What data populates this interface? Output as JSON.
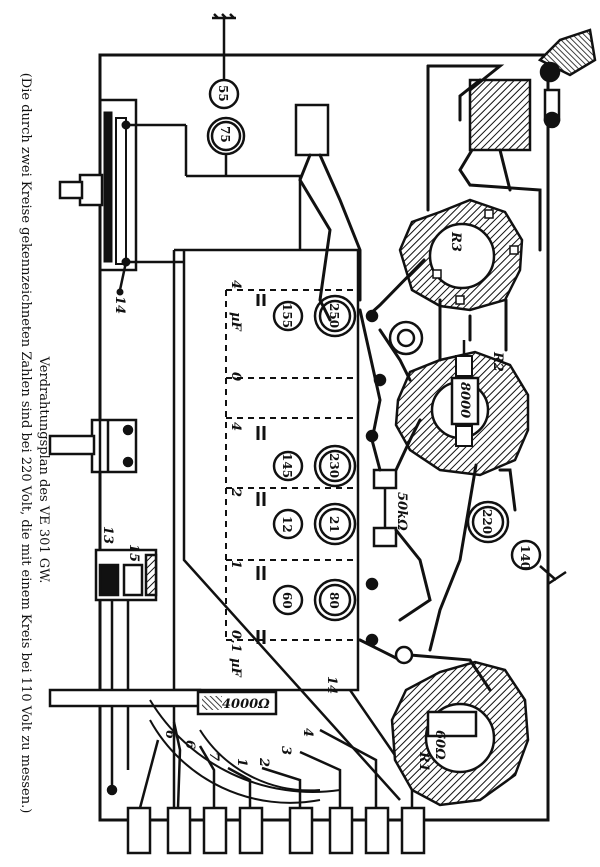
{
  "caption": {
    "line1": "Verdrahtungsplan des VE 301 GW.",
    "line2": "(Die durch zwei Kreise gekennzeichneten Zahlen sind bei 220 Volt, die mit einem Kreis bei 110 Volt zu messen.)"
  },
  "meters": {
    "m55": "55",
    "m75": "75",
    "m250": "250",
    "m155": "155",
    "m230": "230",
    "m145": "145",
    "m21": "21",
    "m12": "12",
    "m80": "80",
    "m60": "60",
    "m220": "220",
    "m140": "140"
  },
  "cap_labels": {
    "c4uf_a": "4",
    "c4uf_b": "µF",
    "c0": "0",
    "c4": "4",
    "c2": "2",
    "c1": "1",
    "c01uf_a": "0,1",
    "c01uf_b": "µF"
  },
  "labels": {
    "r3": "R3",
    "r2": "R2",
    "r1": "R1",
    "res50k": "50kΩ",
    "res8000": "8000",
    "res4000": "4000Ω",
    "res60": "60Ω",
    "n14a": "14",
    "n15": "15",
    "n13": "13",
    "n14b": "14",
    "n6a": "6",
    "n6b": "6",
    "n7": "7",
    "n1": "1",
    "n2": "2",
    "n3": "3",
    "n4": "4"
  }
}
